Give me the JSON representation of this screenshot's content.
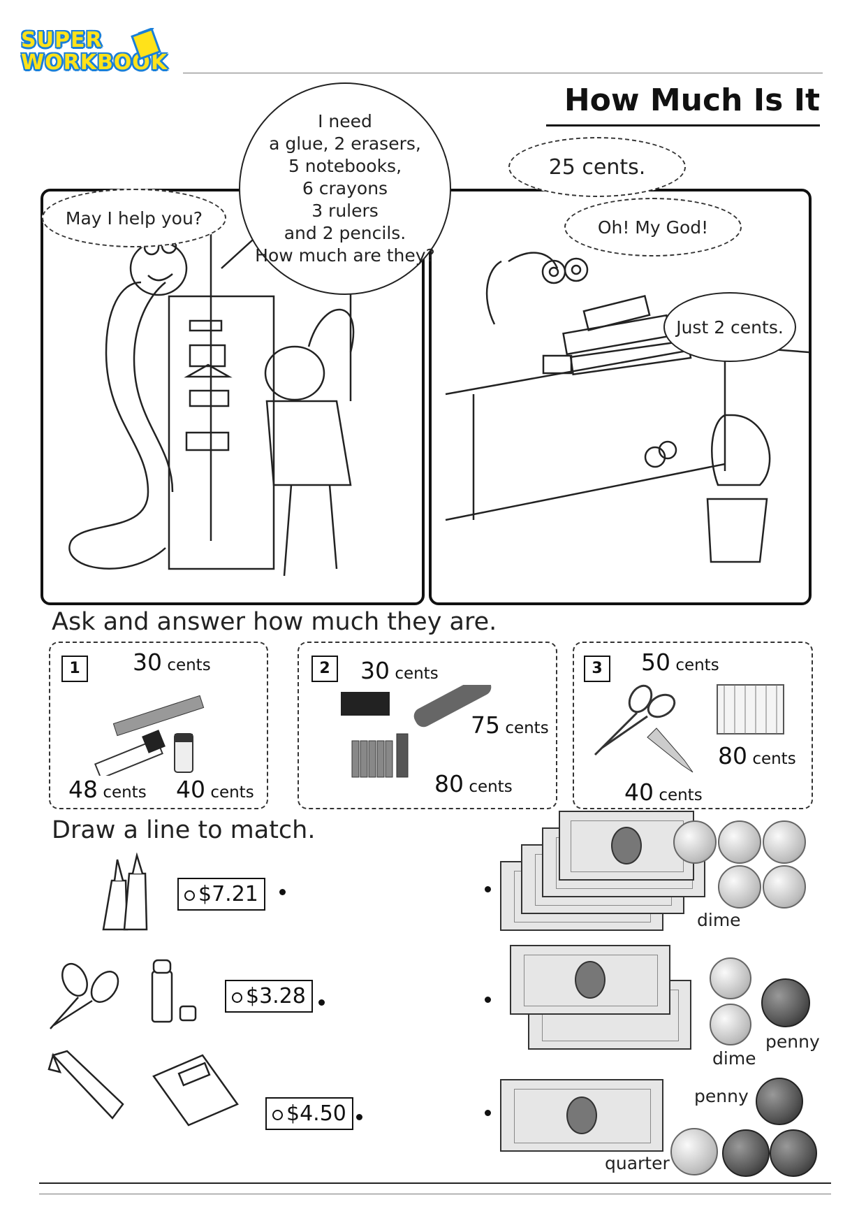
{
  "logo": {
    "line1": "SUPER",
    "line2": "WORKBOOK"
  },
  "title": "How Much Is It",
  "comic": {
    "panel1": {
      "worm_speech": "May I help you?",
      "rabbit_speech": "I need\na glue, 2 erasers,\n5 notebooks,\n6 crayons\n3 rulers\nand 2 pencils.\nHow much are they?"
    },
    "panel2": {
      "price_speech": "25 cents.",
      "worm_speech": "Oh! My God!",
      "rabbit_speech": "Just 2 cents."
    }
  },
  "ask": {
    "heading": "Ask and answer how much they are.",
    "boxes": [
      {
        "number": "1",
        "prices": [
          {
            "amount": "30",
            "unit": "cents"
          },
          {
            "amount": "48",
            "unit": "cents"
          },
          {
            "amount": "40",
            "unit": "cents"
          }
        ]
      },
      {
        "number": "2",
        "prices": [
          {
            "amount": "30",
            "unit": "cents"
          },
          {
            "amount": "75",
            "unit": "cents"
          },
          {
            "amount": "80",
            "unit": "cents"
          }
        ]
      },
      {
        "number": "3",
        "prices": [
          {
            "amount": "50",
            "unit": "cents"
          },
          {
            "amount": "80",
            "unit": "cents"
          },
          {
            "amount": "40",
            "unit": "cents"
          }
        ]
      }
    ]
  },
  "match": {
    "heading": "Draw a line to match.",
    "tags": [
      "$7.21",
      "$3.28",
      "$4.50"
    ],
    "coin_labels": {
      "row1_dime": "dime",
      "row2_penny": "penny",
      "row2_dime": "dime",
      "row3_penny": "penny",
      "row3_quarter": "quarter"
    }
  }
}
